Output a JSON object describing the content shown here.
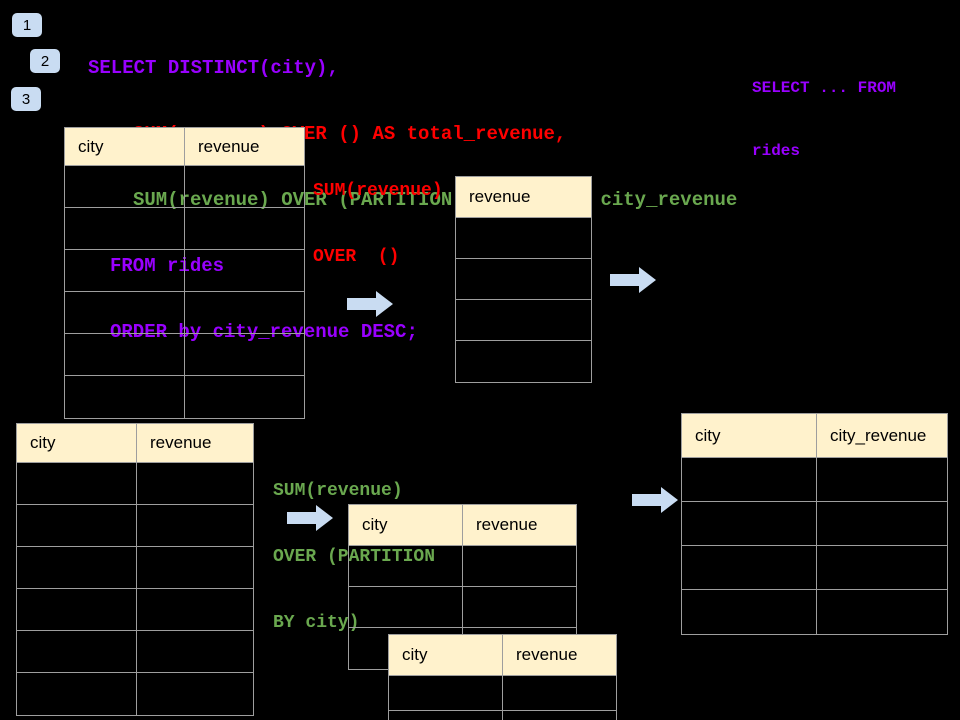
{
  "colors": {
    "background": "#000000",
    "table_header_fill": "#FFF2CC",
    "table_border": "#9E9E9E",
    "arrow_fill": "#C9DCF2",
    "badge_fill": "#C9DCF2",
    "select_clause_color": "#9900FF",
    "total_revenue_color": "#FF0000",
    "city_revenue_color": "#6AA84F"
  },
  "steps": [
    {
      "label": "1"
    },
    {
      "label": "2"
    },
    {
      "label": "3"
    }
  ],
  "sql": {
    "lines": [
      {
        "text": "SELECT DISTINCT(city),"
      },
      {
        "text": "SUM(revenue) OVER () AS total_revenue,"
      },
      {
        "text": "SUM(revenue) OVER (PARTITION BY city) as city_revenue"
      },
      {
        "text": "FROM rides"
      },
      {
        "text": "ORDER by city_revenue DESC;"
      }
    ]
  },
  "notes": {
    "from_rides": {
      "line1": "SELECT ... FROM",
      "line2": "rides"
    },
    "total_revenue": {
      "line1": "SUM(revenue)",
      "line2": "OVER  ()"
    },
    "city_revenue": {
      "line1": "SUM(revenue)",
      "line2": "OVER (PARTITION",
      "line3": "BY city)"
    }
  },
  "tables": {
    "rides_source": {
      "headers": [
        "city",
        "revenue"
      ],
      "empty_rows": 6
    },
    "total_revenue_result": {
      "headers": [
        "revenue"
      ],
      "empty_rows": 4
    },
    "rides_source_2": {
      "headers": [
        "city",
        "revenue"
      ],
      "empty_rows": 6
    },
    "partition_step": {
      "headers": [
        "city",
        "revenue"
      ],
      "empty_rows": 3
    },
    "partition_overlay": {
      "headers": [
        "city",
        "revenue"
      ],
      "empty_rows": 2
    },
    "city_revenue_result": {
      "headers": [
        "city",
        "city_revenue"
      ],
      "empty_rows": 4
    }
  }
}
